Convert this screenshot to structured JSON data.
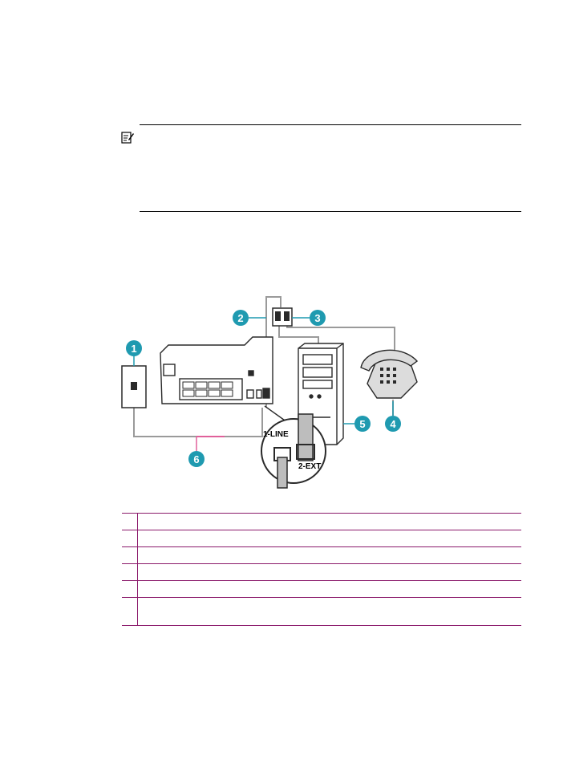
{
  "diagram": {
    "port_labels": {
      "line": "1-LINE",
      "ext": "2-EXT"
    },
    "callouts": [
      "1",
      "2",
      "3",
      "4",
      "5",
      "6"
    ],
    "colors": {
      "callout_fill": "#1f9ab0",
      "cable": "#9a9a9a",
      "cable_highlight": "#e0609a",
      "outline": "#2a2a2a"
    }
  },
  "legend": {
    "border_color": "#8b1a6b",
    "rows": [
      {
        "num": "",
        "text": ""
      },
      {
        "num": "",
        "text": ""
      },
      {
        "num": "",
        "text": ""
      },
      {
        "num": "",
        "text": ""
      },
      {
        "num": "",
        "text": ""
      },
      {
        "num": "",
        "text": ""
      }
    ]
  }
}
